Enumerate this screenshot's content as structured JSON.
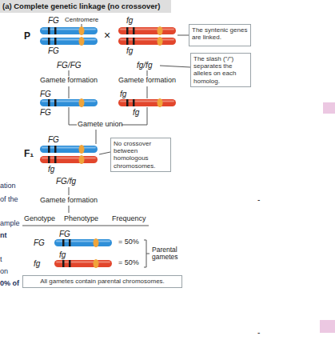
{
  "diagram": {
    "title": "(a) Complete genetic linkage (no crossover)",
    "nodes": [
      {
        "text": [
          "The syntenic genes are linked."
        ]
      },
      {
        "text": [
          "The slash (\"/\") separates the alleles on each homolog."
        ]
      },
      {
        "text": [
          "No crossover between homologous chromosomes."
        ]
      },
      {
        "text": [
          "All gametes contain parental chromosomes."
        ]
      }
    ],
    "labels": [
      "FG",
      "Centromere",
      "P",
      "FG",
      "×",
      "fg",
      "fg",
      "FG/FG",
      "fg/fg",
      "Gamete formation",
      "Gamete formation",
      "FG",
      "FG",
      "fg",
      "fg",
      "Gamete union",
      "F₁",
      "FG",
      "fg",
      "FG/fg",
      "Gamete formation",
      "Genotype",
      "Phenotype",
      "Frequency",
      "FG",
      "FG",
      "= 50%",
      "fg",
      "fg",
      "= 50%",
      "Parental gametes",
      "ation",
      "of the",
      "ample",
      "nt",
      "t",
      "on",
      "0% of",
      "-",
      "-"
    ]
  }
}
